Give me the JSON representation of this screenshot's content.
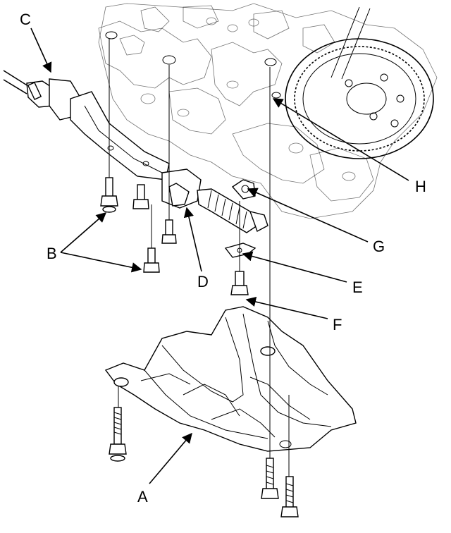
{
  "callouts": {
    "A": "A",
    "B": "B",
    "C": "C",
    "D": "D",
    "E": "E",
    "F": "F",
    "G": "G",
    "H": "H"
  }
}
